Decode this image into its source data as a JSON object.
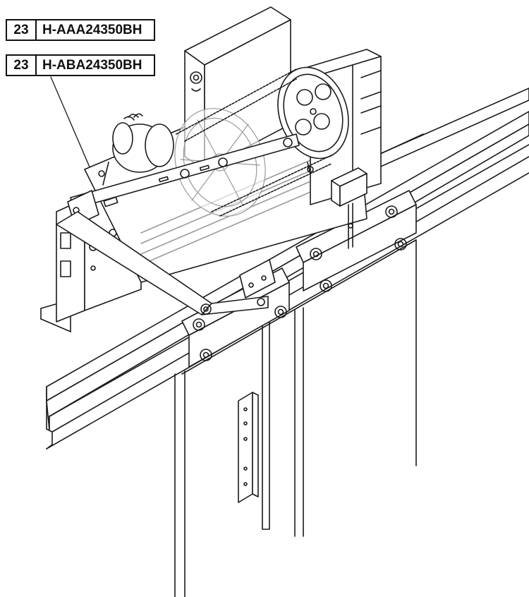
{
  "callouts": [
    {
      "quantity": "23",
      "part_number": "H-AAA24350BH"
    },
    {
      "quantity": "23",
      "part_number": "H-ABA24350BH"
    }
  ],
  "colors": {
    "line": "#1a1a1a",
    "background": "#ffffff",
    "ghost": "#9a9a9a"
  }
}
